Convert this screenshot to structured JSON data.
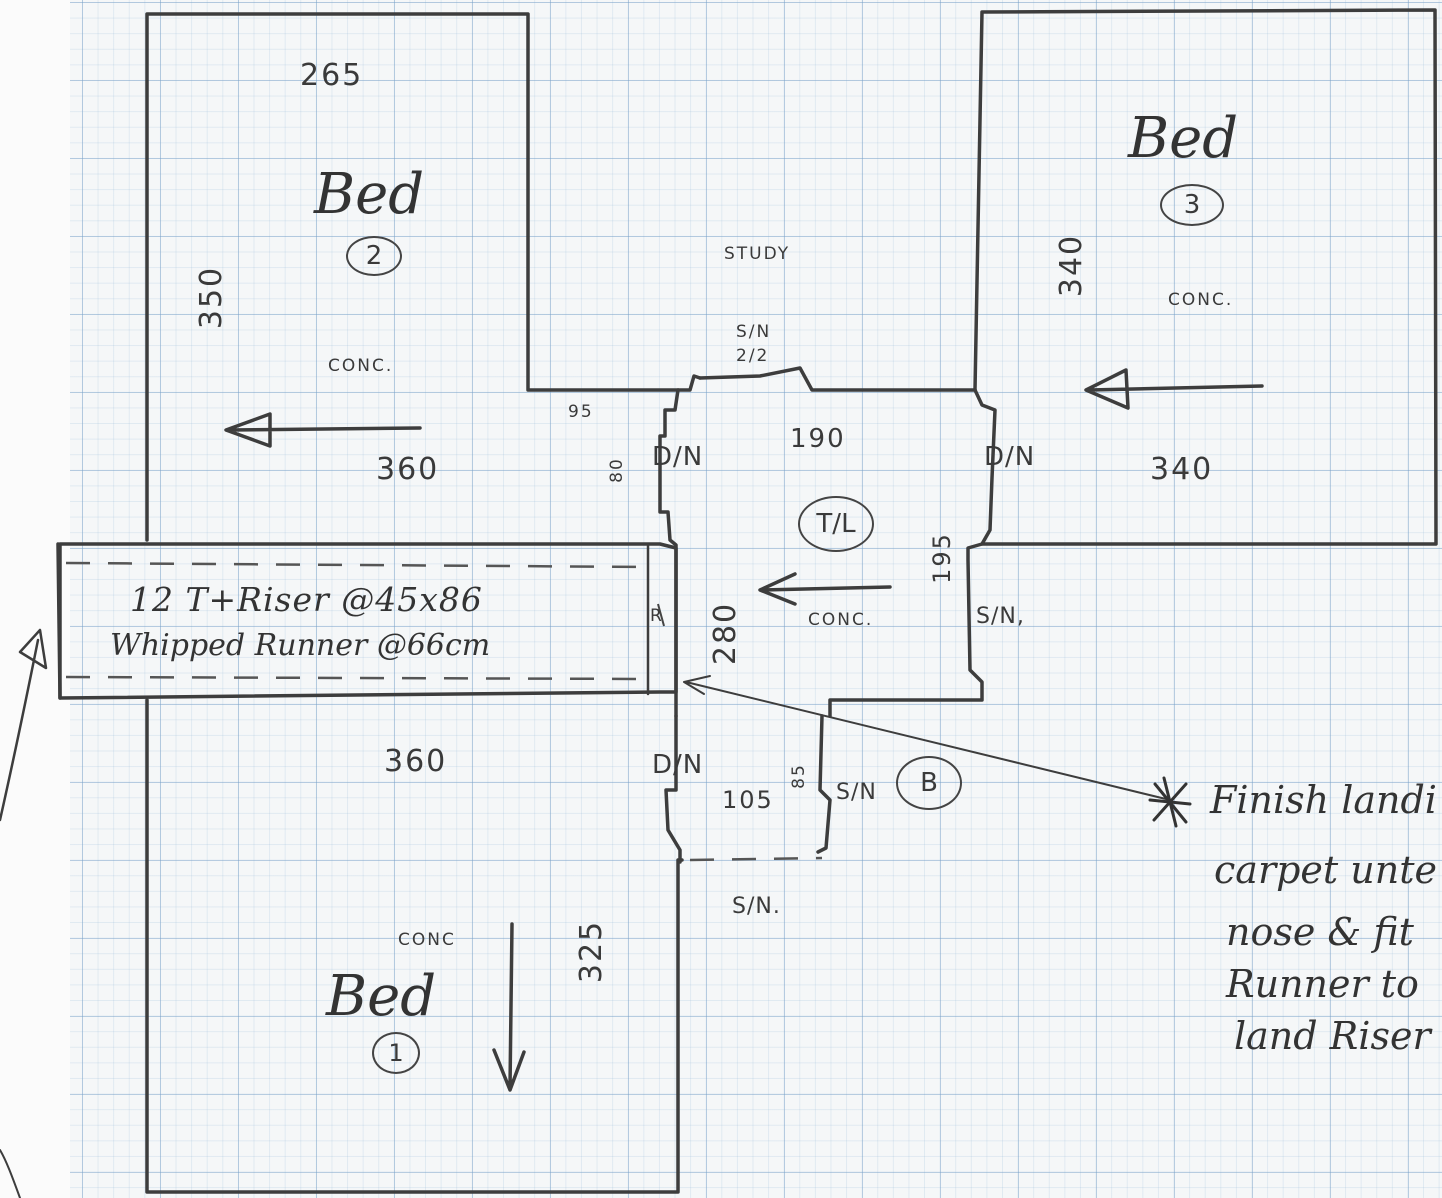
{
  "rooms": {
    "bed2": {
      "name": "Bed",
      "number": "2",
      "dim_top": "265",
      "dim_side": "350",
      "dim_bottom": "360",
      "floor": "CONC."
    },
    "bed3": {
      "name": "Bed",
      "number": "3",
      "dim_side": "340",
      "dim_bottom": "340",
      "floor": "CONC."
    },
    "bed1": {
      "name": "Bed",
      "number": "1",
      "dim_top": "360",
      "dim_side": "325",
      "floor": "CONC"
    },
    "landing": {
      "name": "T/L",
      "dim_width": "190",
      "dim_depth": "280",
      "dim_right": "195",
      "floor": "CONC.",
      "dim_95": "95",
      "dim_80": "80"
    },
    "cupboard": {
      "label": "B",
      "dim_width": "105",
      "dim_depth": "85"
    }
  },
  "study_label": "STUDY",
  "doors": {
    "study": "S/N 2/2",
    "bed2": "D/N",
    "bed3": "D/N",
    "bed1": "D/N",
    "right": "S/N,",
    "cupboard_side": "S/N",
    "cupboard_bottom": "S/N."
  },
  "stairs": {
    "line1": "12 T+Riser @45x86",
    "line2": "Whipped Runner @66cm",
    "riser_mark": "R"
  },
  "note": {
    "line1": "Finish landi",
    "line2": "carpet unte",
    "line3": "nose & fit",
    "line4": "Runner to",
    "line5": "land Riser"
  }
}
